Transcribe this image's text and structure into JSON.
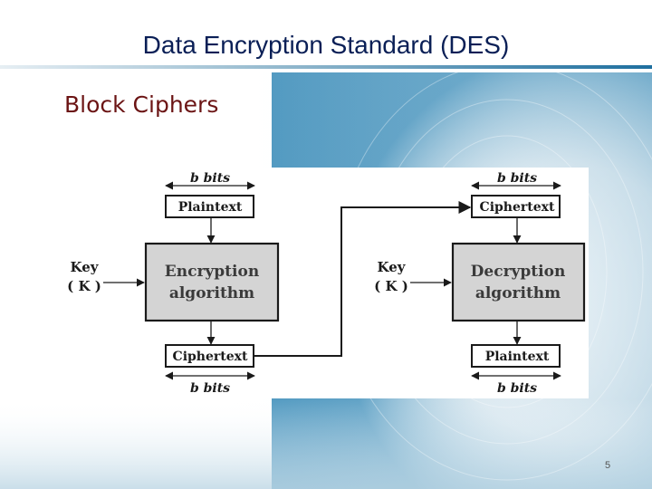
{
  "slide": {
    "title": "Data Encryption Standard (DES)",
    "subtitle": "Block Ciphers",
    "slide_number": "5"
  },
  "diagram": {
    "encryption": {
      "top_width_label": "b bits",
      "input_label": "Plaintext",
      "key_label": "Key",
      "key_symbol_label": "( K )",
      "algorithm_label_line1": "Encryption",
      "algorithm_label_line2": "algorithm",
      "output_label": "Ciphertext",
      "bottom_width_label": "b bits"
    },
    "decryption": {
      "top_width_label": "b bits",
      "input_label": "Ciphertext",
      "key_label": "Key",
      "key_symbol_label": "( K )",
      "algorithm_label_line1": "Decryption",
      "algorithm_label_line2": "algorithm",
      "output_label": "Plaintext",
      "bottom_width_label": "b bits"
    }
  },
  "colors": {
    "title": "#0a1f56",
    "subtitle": "#6b1414",
    "algorithm_box_fill": "#d4d4d4",
    "line": "#1a1a1a",
    "background_accent": "#2b83b3"
  }
}
